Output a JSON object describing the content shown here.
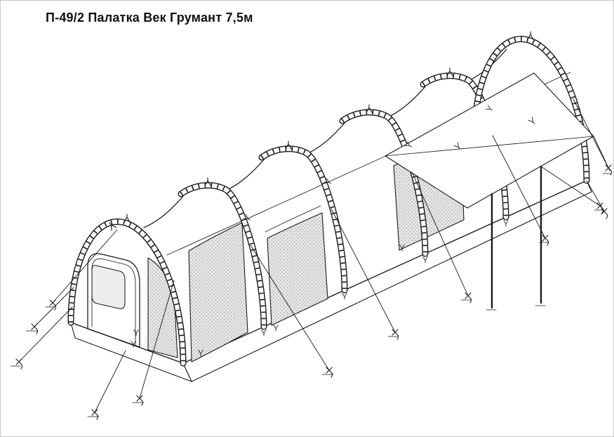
{
  "title": "П-49/2 Палатка Век Грумант 7,5м",
  "colors": {
    "line": "#1a1a1a",
    "background": "#ffffff",
    "mesh": "#e6e6e6",
    "mesh_dot": "#9a9a9a",
    "panel": "#ededed"
  },
  "drawing": {
    "type": "technical-line-drawing",
    "subject": "Tunnel tent with six segmented arch ribs, front door with window, mesh side windows, rear awning canopy raised on two poles, guy ropes and ground stakes"
  }
}
